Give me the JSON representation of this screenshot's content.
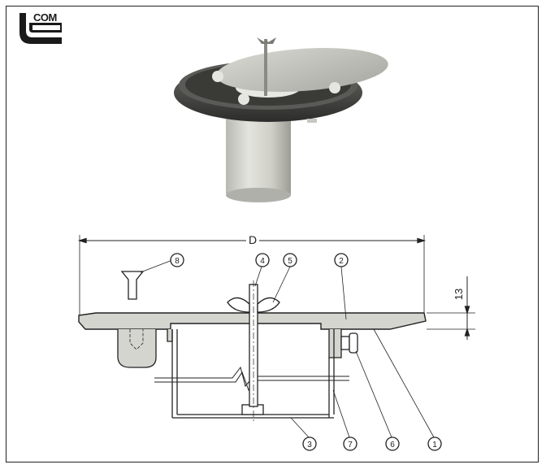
{
  "logo": {
    "text": "COM",
    "icon": "brand-u-pipe-logo"
  },
  "diagram": {
    "dimension_D": "D",
    "dimension_height": "13",
    "callouts": [
      "8",
      "4",
      "5",
      "2",
      "3",
      "7",
      "6",
      "1"
    ]
  }
}
